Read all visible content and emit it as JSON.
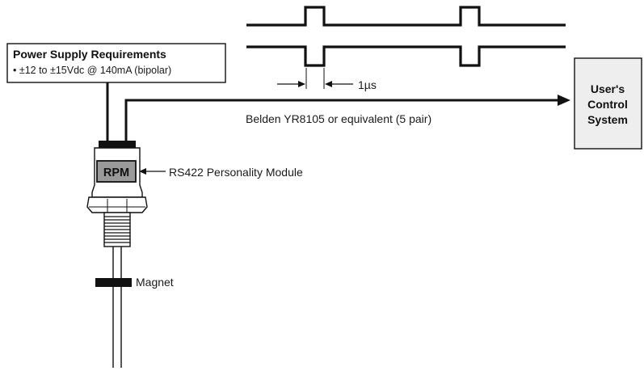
{
  "power_box": {
    "title": "Power Supply Requirements",
    "line": "• ±12 to ±15Vdc @ 140mA (bipolar)"
  },
  "timing": {
    "pulse_width": "1µs"
  },
  "cable": {
    "label": "Belden YR8105 or equivalent (5 pair)"
  },
  "control_system": {
    "line1": "User's",
    "line2": "Control",
    "line3": "System"
  },
  "module": {
    "badge": "RPM",
    "label": "RS422  Personality Module"
  },
  "magnet": {
    "label": "Magnet"
  },
  "colors": {
    "line": "#111111",
    "module_fill": "#9a9a9a",
    "box_fill": "#eeeeee"
  }
}
